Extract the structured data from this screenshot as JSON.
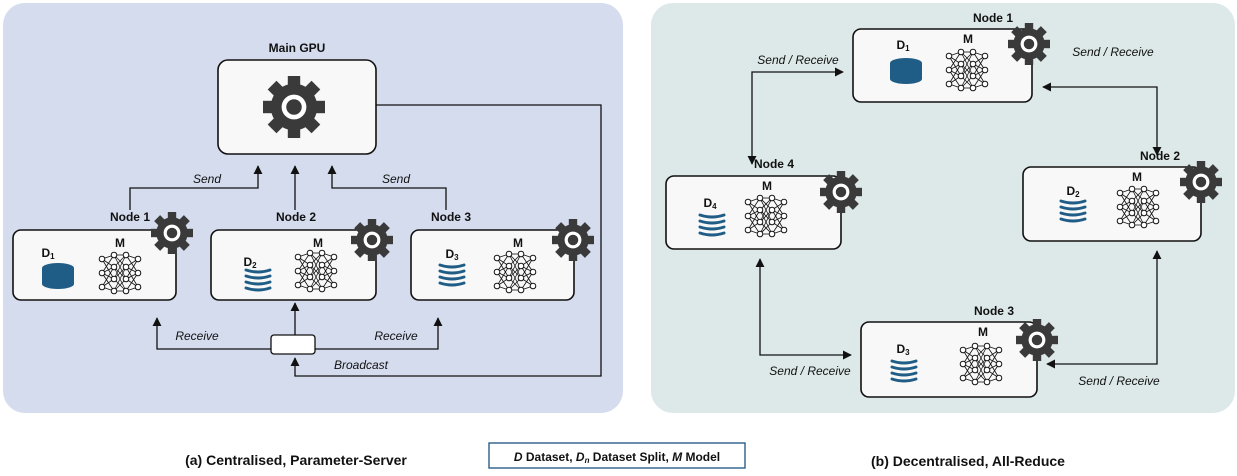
{
  "left": {
    "main_gpu": "Main GPU",
    "nodes": [
      {
        "title": "Node 1",
        "d": "D",
        "sub": "1",
        "m": "M"
      },
      {
        "title": "Node 2",
        "d": "D",
        "sub": "2",
        "m": "M"
      },
      {
        "title": "Node 3",
        "d": "D",
        "sub": "3",
        "m": "M"
      }
    ],
    "send": "Send",
    "receive": "Receive",
    "broadcast": "Broadcast",
    "caption": "(a) Centralised, Parameter-Server"
  },
  "right": {
    "nodes": [
      {
        "title": "Node 1",
        "d": "D",
        "sub": "1",
        "m": "M"
      },
      {
        "title": "Node 2",
        "d": "D",
        "sub": "2",
        "m": "M"
      },
      {
        "title": "Node 3",
        "d": "D",
        "sub": "3",
        "m": "M"
      },
      {
        "title": "Node 4",
        "d": "D",
        "sub": "4",
        "m": "M"
      }
    ],
    "send_receive": "Send / Receive",
    "caption": "(b) Decentralised, All-Reduce"
  },
  "legend": {
    "d": "D",
    "d_text": " Dataset, ",
    "dn": "D",
    "dn_sub": "n",
    "dn_text": " Dataset Split, ",
    "m": "M",
    "m_text": " Model"
  },
  "colors": {
    "left_panel": "#d5dcee",
    "right_panel": "#dde8e8",
    "database": "#1f5d86",
    "gear": "#3a3a3a"
  }
}
